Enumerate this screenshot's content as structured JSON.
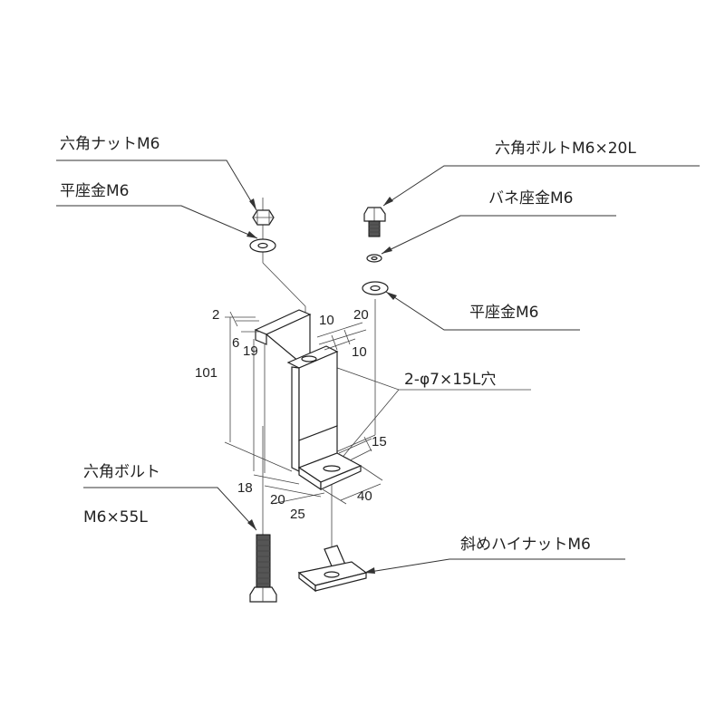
{
  "labels": {
    "hex_nut": "六角ナットM6",
    "flat_washer_left": "平座金M6",
    "hex_bolt_20": "六角ボルトM6×20L",
    "spring_washer": "バネ座金M6",
    "flat_washer_right": "平座金M6",
    "slot_holes": "2-φ7×15L穴",
    "hex_bolt_55_line1": "六角ボルト",
    "hex_bolt_55_line2": "M6×55L",
    "angled_nut": "斜めハイナットM6"
  },
  "dimensions": {
    "d2": "2",
    "d6": "6",
    "d19": "19",
    "d101": "101",
    "d10_top": "10",
    "d20_top": "20",
    "d10_mid": "10",
    "d15": "15",
    "d40": "40",
    "d18": "18",
    "d20_bottom": "20",
    "d25": "25"
  }
}
